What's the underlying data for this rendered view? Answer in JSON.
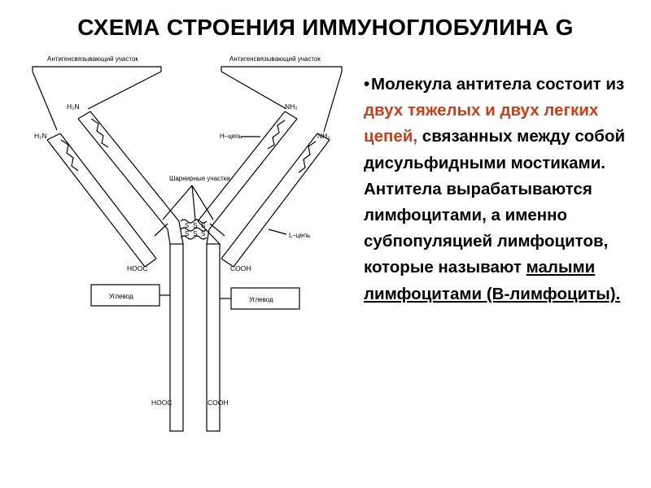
{
  "title": "СХЕМА СТРОЕНИЯ ИММУНОГЛОБУЛИНА G",
  "diagram": {
    "antigen_site_left": "Антигенсвязывающий участок",
    "antigen_site_right": "Антигенсвязывающий участок",
    "hinge_regions": "Шарнирные участки",
    "h_chain": "H–цепь",
    "l_chain": "L–цепь",
    "carbohydrate_left": "Углевод",
    "carbohydrate_right": "Углевод",
    "amino_end_1": "H₂N",
    "amino_end_2": "H₂N",
    "amino_end_3": "NH₂",
    "amino_end_4": "NH₂",
    "carboxyl_l_left": "HOOC",
    "carboxyl_l_right": "COOH",
    "carboxyl_h_left": "HOOC",
    "carboxyl_h_right": "COOH",
    "disulfide_s": "S"
  },
  "text": {
    "bullet": "•",
    "p1": "Молекула антитела состоит из ",
    "p2": "двух тяжелых и двух легких цепей,",
    "p3": " связанных между собой дисульфидными мостиками. Антитела вырабатываются лимфоцитами, а именно субпопуляцией лимфоцитов, которые называют ",
    "p4": "малыми лимфоцитами (В-лимфоциты)."
  },
  "colors": {
    "accent": "#c8401a",
    "text": "#000000",
    "background": "#ffffff"
  }
}
